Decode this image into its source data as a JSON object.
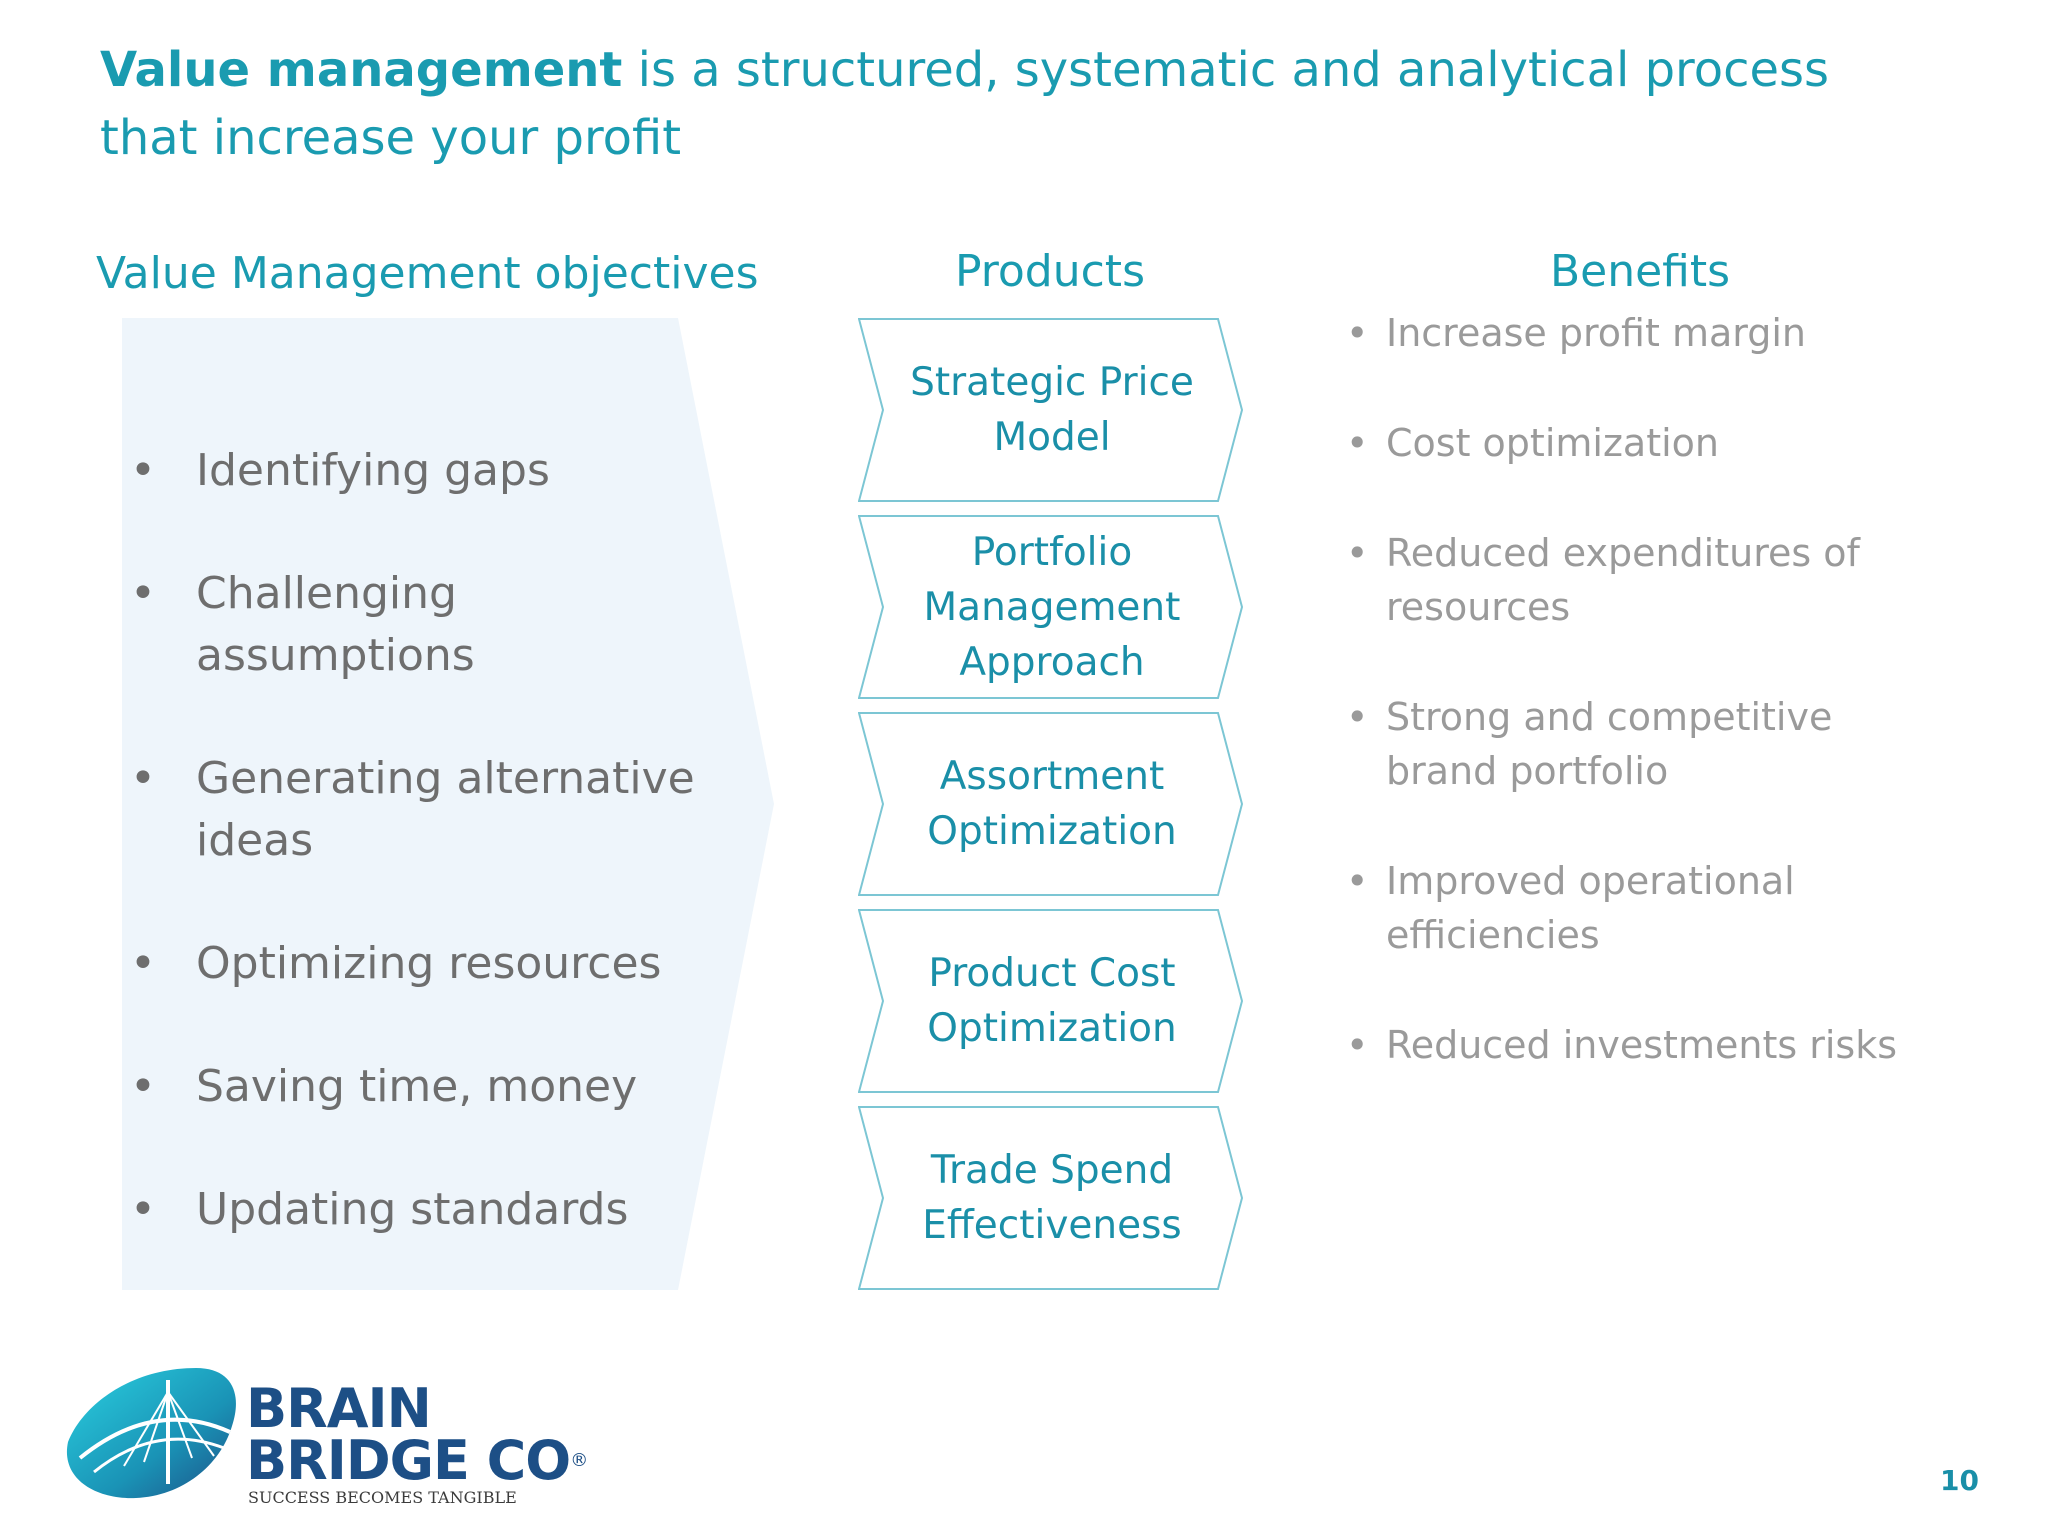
{
  "title": {
    "bold_text": "Value management",
    "rest_text": " is a structured, systematic and analytical process that increase your profit"
  },
  "objectives": {
    "heading": "Value Management objectives",
    "items": [
      "Identifying gaps",
      "Challenging assumptions",
      "Generating alternative ideas",
      "Optimizing resources",
      "Saving time, money",
      "Updating standards"
    ]
  },
  "products": {
    "heading": "Products",
    "items": [
      "Strategic Price Model",
      "Portfolio Management Approach",
      "Assortment Optimization",
      "Product Cost Optimization",
      "Trade Spend Effectiveness"
    ]
  },
  "benefits": {
    "heading": "Benefits",
    "items": [
      "Increase profit margin",
      "Cost optimization",
      "Reduced expenditures of resources",
      "Strong and competitive brand portfolio",
      "Improved operational efficiencies",
      "Reduced investments risks"
    ]
  },
  "logo": {
    "line1": "BRAIN",
    "line2": "BRIDGE CO",
    "registered": "®",
    "tagline": "SUCCESS BECOMES TANGIBLE"
  },
  "page_number": "10",
  "colors": {
    "accent": "#1a9bb0",
    "text_gray": "#6e6e6e",
    "light_gray": "#9a9a9a",
    "panel_fill": "#eef5fb",
    "brand_navy": "#1d4f86"
  }
}
